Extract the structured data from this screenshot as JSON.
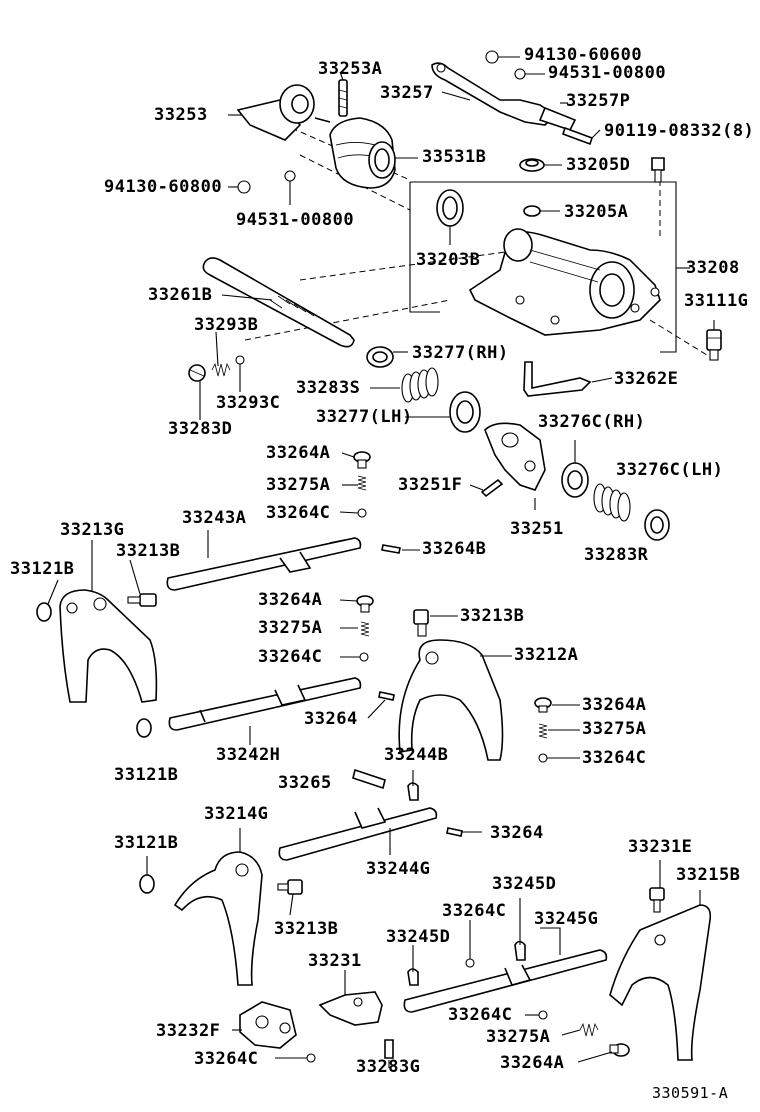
{
  "labels": {
    "l_94130_60600": "94130-60600",
    "l_94531_00800_top": "94531-00800",
    "l_33253A": "33253A",
    "l_33257": "33257",
    "l_33257P": "33257P",
    "l_33253": "33253",
    "l_90119_08332": "90119-08332(8)",
    "l_33531B": "33531B",
    "l_33205D": "33205D",
    "l_94130_60800": "94130-60800",
    "l_94531_00800_mid": "94531-00800",
    "l_33205A": "33205A",
    "l_33203B": "33203B",
    "l_33208": "33208",
    "l_33261B": "33261B",
    "l_33111G": "33111G",
    "l_33293B": "33293B",
    "l_33277RH": "33277(RH)",
    "l_33262E": "33262E",
    "l_33283S": "33283S",
    "l_33293C": "33293C",
    "l_33277LH": "33277(LH)",
    "l_33276CRH": "33276C(RH)",
    "l_33283D": "33283D",
    "l_33264A_1": "33264A",
    "l_33276CLH": "33276C(LH)",
    "l_33275A_1": "33275A",
    "l_33251F": "33251F",
    "l_33264C_1": "33264C",
    "l_33243A": "33243A",
    "l_33213G": "33213G",
    "l_33251": "33251",
    "l_33213B_1": "33213B",
    "l_33264B": "33264B",
    "l_33283R": "33283R",
    "l_33121B_1": "33121B",
    "l_33264A_2": "33264A",
    "l_33213B_2": "33213B",
    "l_33275A_2": "33275A",
    "l_33212A": "33212A",
    "l_33264C_2": "33264C",
    "l_33264_1": "33264",
    "l_33264A_3": "33264A",
    "l_33275A_3": "33275A",
    "l_33242H": "33242H",
    "l_33264C_3": "33264C",
    "l_33121B_2": "33121B",
    "l_33244B": "33244B",
    "l_33265": "33265",
    "l_33214G": "33214G",
    "l_33264_2": "33264",
    "l_33121B_3": "33121B",
    "l_33231E": "33231E",
    "l_33244G": "33244G",
    "l_33215B": "33215B",
    "l_33245D_1": "33245D",
    "l_33264C_4": "33264C",
    "l_33245G": "33245G",
    "l_33213B_3": "33213B",
    "l_33245D_2": "33245D",
    "l_33231": "33231",
    "l_33264C_5": "33264C",
    "l_33232F": "33232F",
    "l_33275A_4": "33275A",
    "l_33264C_6": "33264C",
    "l_33283G": "33283G",
    "l_33264A_4": "33264A",
    "l_code": "330591-A"
  }
}
